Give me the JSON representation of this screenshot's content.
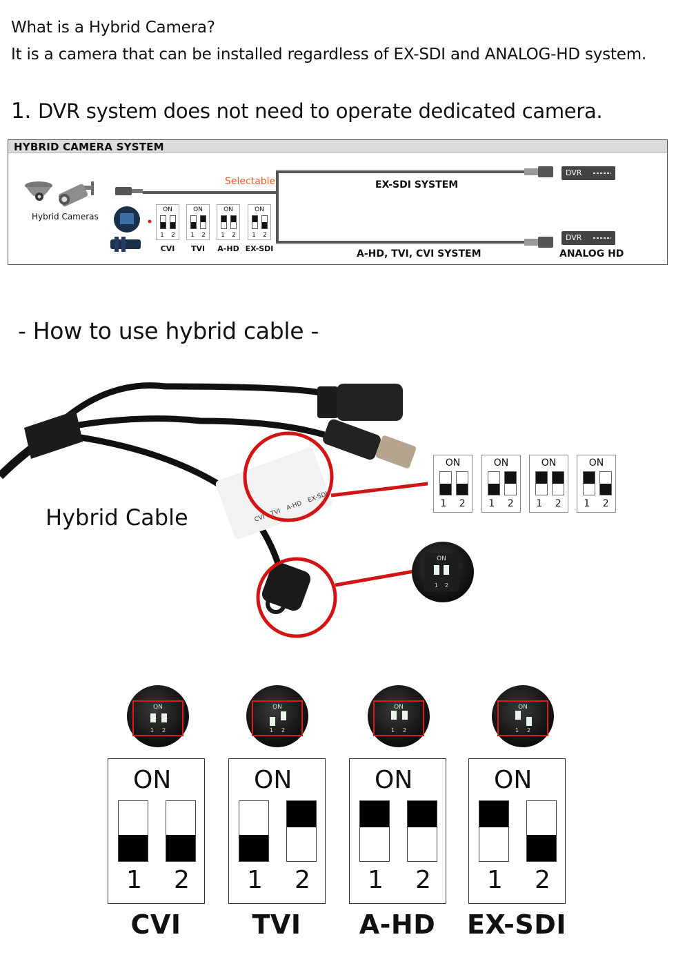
{
  "intro": {
    "question": "What is a Hybrid Camera?",
    "answer": "It is a camera that can be installed regardless of EX-SDI and ANALOG-HD system."
  },
  "section1": {
    "number": "1.",
    "text": "DVR system does not need to operate dedicated camera."
  },
  "system_diagram": {
    "title": "HYBRID CAMERA SYSTEM",
    "camera_label": "Hybrid Cameras",
    "selectable_label": "Selectable",
    "selectable_color": "#f05a28",
    "upper_system": "EX-SDI SYSTEM",
    "lower_system": "A-HD, TVI, CVI SYSTEM",
    "dvr_label": "DVR",
    "lower_dvr_caption": "ANALOG HD",
    "modes": [
      {
        "name": "CVI",
        "on": "ON",
        "n1": "1",
        "n2": "2",
        "sw1": "down",
        "sw2": "down"
      },
      {
        "name": "TVI",
        "on": "ON",
        "n1": "1",
        "n2": "2",
        "sw1": "down",
        "sw2": "up"
      },
      {
        "name": "A-HD",
        "on": "ON",
        "n1": "1",
        "n2": "2",
        "sw1": "up",
        "sw2": "up"
      },
      {
        "name": "EX-SDI",
        "on": "ON",
        "n1": "1",
        "n2": "2",
        "sw1": "up",
        "sw2": "down"
      }
    ]
  },
  "section2": {
    "heading": "- How to use hybrid cable -",
    "cable_label": "Hybrid Cable",
    "label_strip": [
      "CVI",
      "TVI",
      "A-HD",
      "EX-SDI"
    ],
    "knob_text": {
      "on": "ON",
      "n1": "1",
      "n2": "2"
    },
    "highlight_color": "#e01818"
  }
}
